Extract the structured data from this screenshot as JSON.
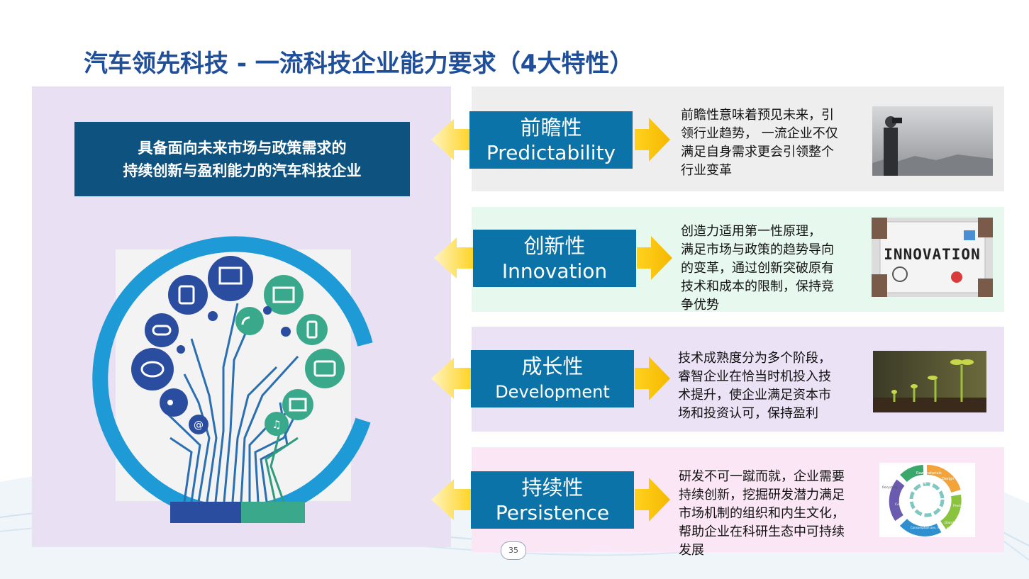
{
  "title": "汽车领先科技 - 一流科技企业能力要求（4大特性）",
  "mission": {
    "line1": "具备面向未来市场与政策需求的",
    "line2": "持续创新与盈利能力的汽车科技企业"
  },
  "traits": [
    {
      "cn": "前瞻性",
      "en": "Predictability",
      "desc": [
        "前瞻性意味着预见未来，引",
        "领行业趋势， 一流企业不仅",
        "满足自身需求更会引领整个",
        "行业变革"
      ]
    },
    {
      "cn": "创新性",
      "en": "Innovation",
      "desc": [
        "创造力适用第一性原理，",
        "满足市场与政策的趋势导向",
        "的变革，通过创新突破原有",
        "技术和成本的限制，保持竞",
        "争优势"
      ]
    },
    {
      "cn": "成长性",
      "en": "Development",
      "desc": [
        "技术成熟度分为多个阶段，",
        "睿智企业在恰当时机投入技",
        "术提升，使企业满足资本市",
        "场和投资认可，保持盈利"
      ]
    },
    {
      "cn": "持续性",
      "en": "Persistence",
      "desc": [
        "研发不可一蹴而就，企业需要",
        "持续创新，挖掘研发潜力满足",
        "市场机制的组织和内生文化，",
        "帮助企业在科研生态中可持续",
        "发展"
      ]
    }
  ],
  "innovation_photo_text": "INNOVATION",
  "cycle_labels": [
    "Raw materials",
    "Design",
    "Production",
    "Distribution",
    "Consumption use, reuse, repair",
    "Collection",
    "Recycling",
    "Remanufacturing"
  ],
  "page_number": "35",
  "colors": {
    "title": "#1f4e9a",
    "badge": "#0b73a8",
    "mission": "#0e5280",
    "arrow": "#ffd21f",
    "ring": "#1e9ad6"
  }
}
